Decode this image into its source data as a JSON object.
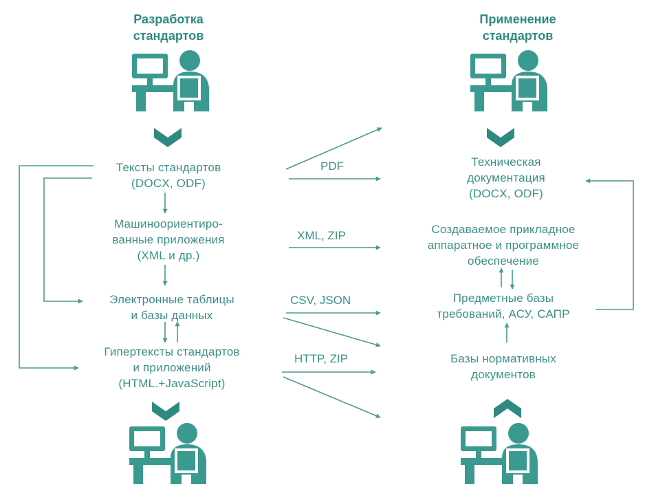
{
  "titles": {
    "left": "Разработка\nстандартов",
    "right": "Применение\nстандартов"
  },
  "left_nodes": {
    "texts": "Тексты стандартов\n(DOCX, ODF)",
    "machine": "Машиноориентиро-\nванные  приложения\n(XML и др.)",
    "tables": "Электронные таблицы\nи базы данных",
    "hypertexts": "Гипертексты стандартов\nи приложений\n(HTML.+JavaScript)"
  },
  "right_nodes": {
    "techdoc": "Техническая\nдокументация\n(DOCX, ODF)",
    "software": "Создаваемое прикладное\nаппаратное и программное\nобеспечение",
    "subject_db": "Предметные базы\nтребований, АСУ, САПР",
    "normative_db": "Базы нормативных\nдокументов"
  },
  "formats": {
    "pdf": "PDF",
    "xml_zip": "XML, ZIP",
    "csv_json": "CSV, JSON",
    "http_zip": "HTTP, ZIP"
  },
  "colors": {
    "primary": "#2e8a80",
    "icon": "#3a9a90",
    "line": "#4a9a92"
  },
  "icons": [
    "person-at-computer-icon",
    "chevron-down-icon",
    "chevron-up-icon"
  ]
}
